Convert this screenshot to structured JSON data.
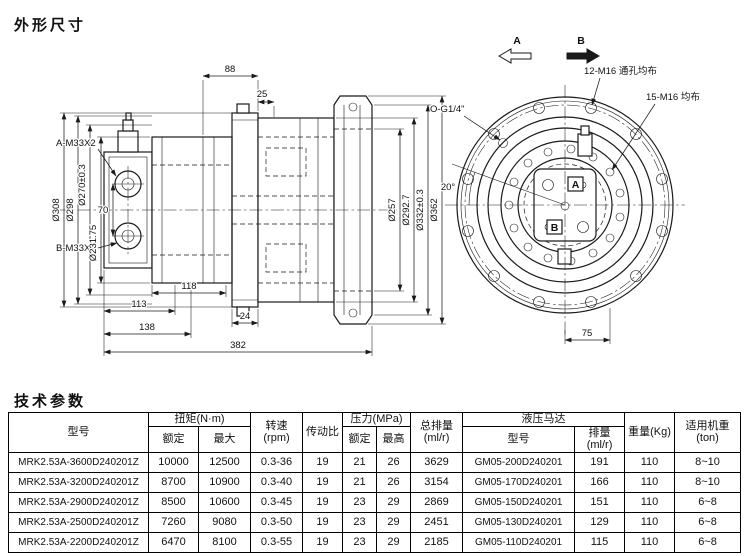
{
  "page": {
    "background": "#ffffff",
    "line_color": "#1a1a1a"
  },
  "sections": {
    "dimensions_title": "外形尺寸",
    "parameters_title": "技术参数"
  },
  "drawing": {
    "side_view": {
      "dim_88": "88",
      "dim_25": "25",
      "dim_113": "113",
      "dim_138": "138",
      "dim_382": "382",
      "dim_24": "24",
      "dim_118": "118",
      "dim_70": "70",
      "port_a": "A-M33X2",
      "port_b": "B-M33X2",
      "dia_308": "Ø308",
      "dia_298": "Ø298",
      "dia_270": "Ø270±0.3",
      "dia_231": "Ø231.75",
      "dia_257": "Ø257",
      "dia_292": "Ø292.7",
      "dia_332": "Ø332±0.3",
      "dia_362": "Ø362"
    },
    "front_view": {
      "bolt_note_outer": "12-M16 通孔均布",
      "bolt_note_inner": "15-M16 均布",
      "drain_port": "O-G1/4\"",
      "angle_20": "20°",
      "dim_75": "75",
      "dir_a": "A",
      "dir_b": "B",
      "port_box_a": "A",
      "port_box_b": "B"
    }
  },
  "table": {
    "headers": {
      "model": "型号",
      "torque_group": "扭矩(N·m)",
      "torque_rated": "额定",
      "torque_max": "最大",
      "speed_line1": "转速",
      "speed_line2": "(rpm)",
      "ratio": "传动比",
      "pressure_group": "压力(MPa)",
      "pressure_rated": "额定",
      "pressure_max": "最高",
      "displacement_line1": "总排量",
      "displacement_line2": "(ml/r)",
      "motor_group": "液压马达",
      "motor_model": "型号",
      "motor_displacement": "排量(ml/r)",
      "weight": "重量(Kg)",
      "machine_weight": "适用机重(ton)"
    },
    "column_keys": [
      "model",
      "torque_rated",
      "torque_max",
      "speed",
      "ratio",
      "pressure_rated",
      "pressure_max",
      "total_displacement",
      "motor_model",
      "motor_displacement",
      "weight",
      "machine_weight"
    ],
    "rows": [
      {
        "model": "MRK2.53A-3600D240201Z",
        "torque_rated": "10000",
        "torque_max": "12500",
        "speed": "0.3-36",
        "ratio": "19",
        "pressure_rated": "21",
        "pressure_max": "26",
        "total_displacement": "3629",
        "motor_model": "GM05-200D240201",
        "motor_displacement": "191",
        "weight": "110",
        "machine_weight": "8~10"
      },
      {
        "model": "MRK2.53A-3200D240201Z",
        "torque_rated": "8700",
        "torque_max": "10900",
        "speed": "0.3-40",
        "ratio": "19",
        "pressure_rated": "21",
        "pressure_max": "26",
        "total_displacement": "3154",
        "motor_model": "GM05-170D240201",
        "motor_displacement": "166",
        "weight": "110",
        "machine_weight": "8~10"
      },
      {
        "model": "MRK2.53A-2900D240201Z",
        "torque_rated": "8500",
        "torque_max": "10600",
        "speed": "0.3-45",
        "ratio": "19",
        "pressure_rated": "23",
        "pressure_max": "29",
        "total_displacement": "2869",
        "motor_model": "GM05-150D240201",
        "motor_displacement": "151",
        "weight": "110",
        "machine_weight": "6~8"
      },
      {
        "model": "MRK2.53A-2500D240201Z",
        "torque_rated": "7260",
        "torque_max": "9080",
        "speed": "0.3-50",
        "ratio": "19",
        "pressure_rated": "23",
        "pressure_max": "29",
        "total_displacement": "2451",
        "motor_model": "GM05-130D240201",
        "motor_displacement": "129",
        "weight": "110",
        "machine_weight": "6~8"
      },
      {
        "model": "MRK2.53A-2200D240201Z",
        "torque_rated": "6470",
        "torque_max": "8100",
        "speed": "0.3-55",
        "ratio": "19",
        "pressure_rated": "23",
        "pressure_max": "29",
        "total_displacement": "2185",
        "motor_model": "GM05-110D240201",
        "motor_displacement": "115",
        "weight": "110",
        "machine_weight": "6~8"
      }
    ]
  }
}
